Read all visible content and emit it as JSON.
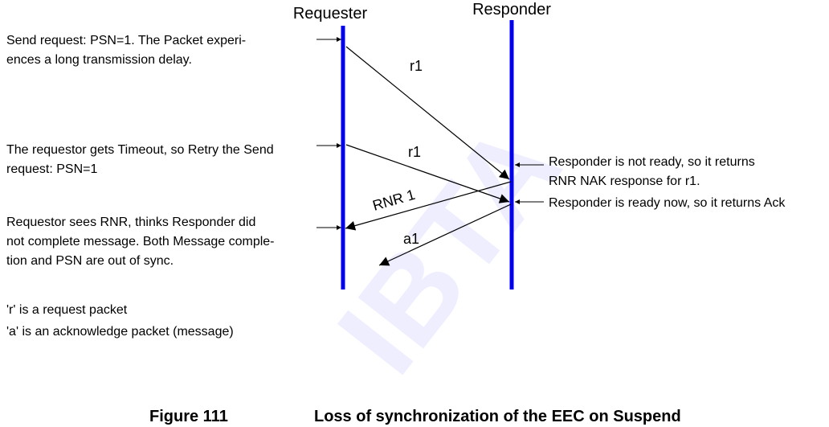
{
  "lifelines": {
    "requester": "Requester",
    "responder": "Responder"
  },
  "messages": {
    "r1_first": "r1",
    "r1_retry": "r1",
    "rnr": "RNR 1",
    "a1": "a1"
  },
  "notes": {
    "left": [
      [
        "Send request: PSN=1. The Packet experi-",
        "ences a long transmission delay."
      ],
      [
        "The requestor gets Timeout, so Retry the Send",
        "request: PSN=1"
      ],
      [
        "Requestor sees RNR, thinks Responder did",
        "not complete message. Both Message comple-",
        "tion and PSN are out of sync."
      ]
    ],
    "right": [
      [
        "Responder is not ready, so it returns",
        "RNR NAK response for r1."
      ],
      [
        "Responder is ready now, so it returns Ack"
      ]
    ],
    "legend": [
      "'r' is a request packet",
      "'a' is an acknowledge packet (message)"
    ]
  },
  "figure": {
    "number": "Figure 111",
    "title": "Loss of synchronization of the EEC on Suspend"
  },
  "watermark": "IBTA",
  "colors": {
    "lifeline": "#0000ee",
    "arrow": "#000000"
  }
}
